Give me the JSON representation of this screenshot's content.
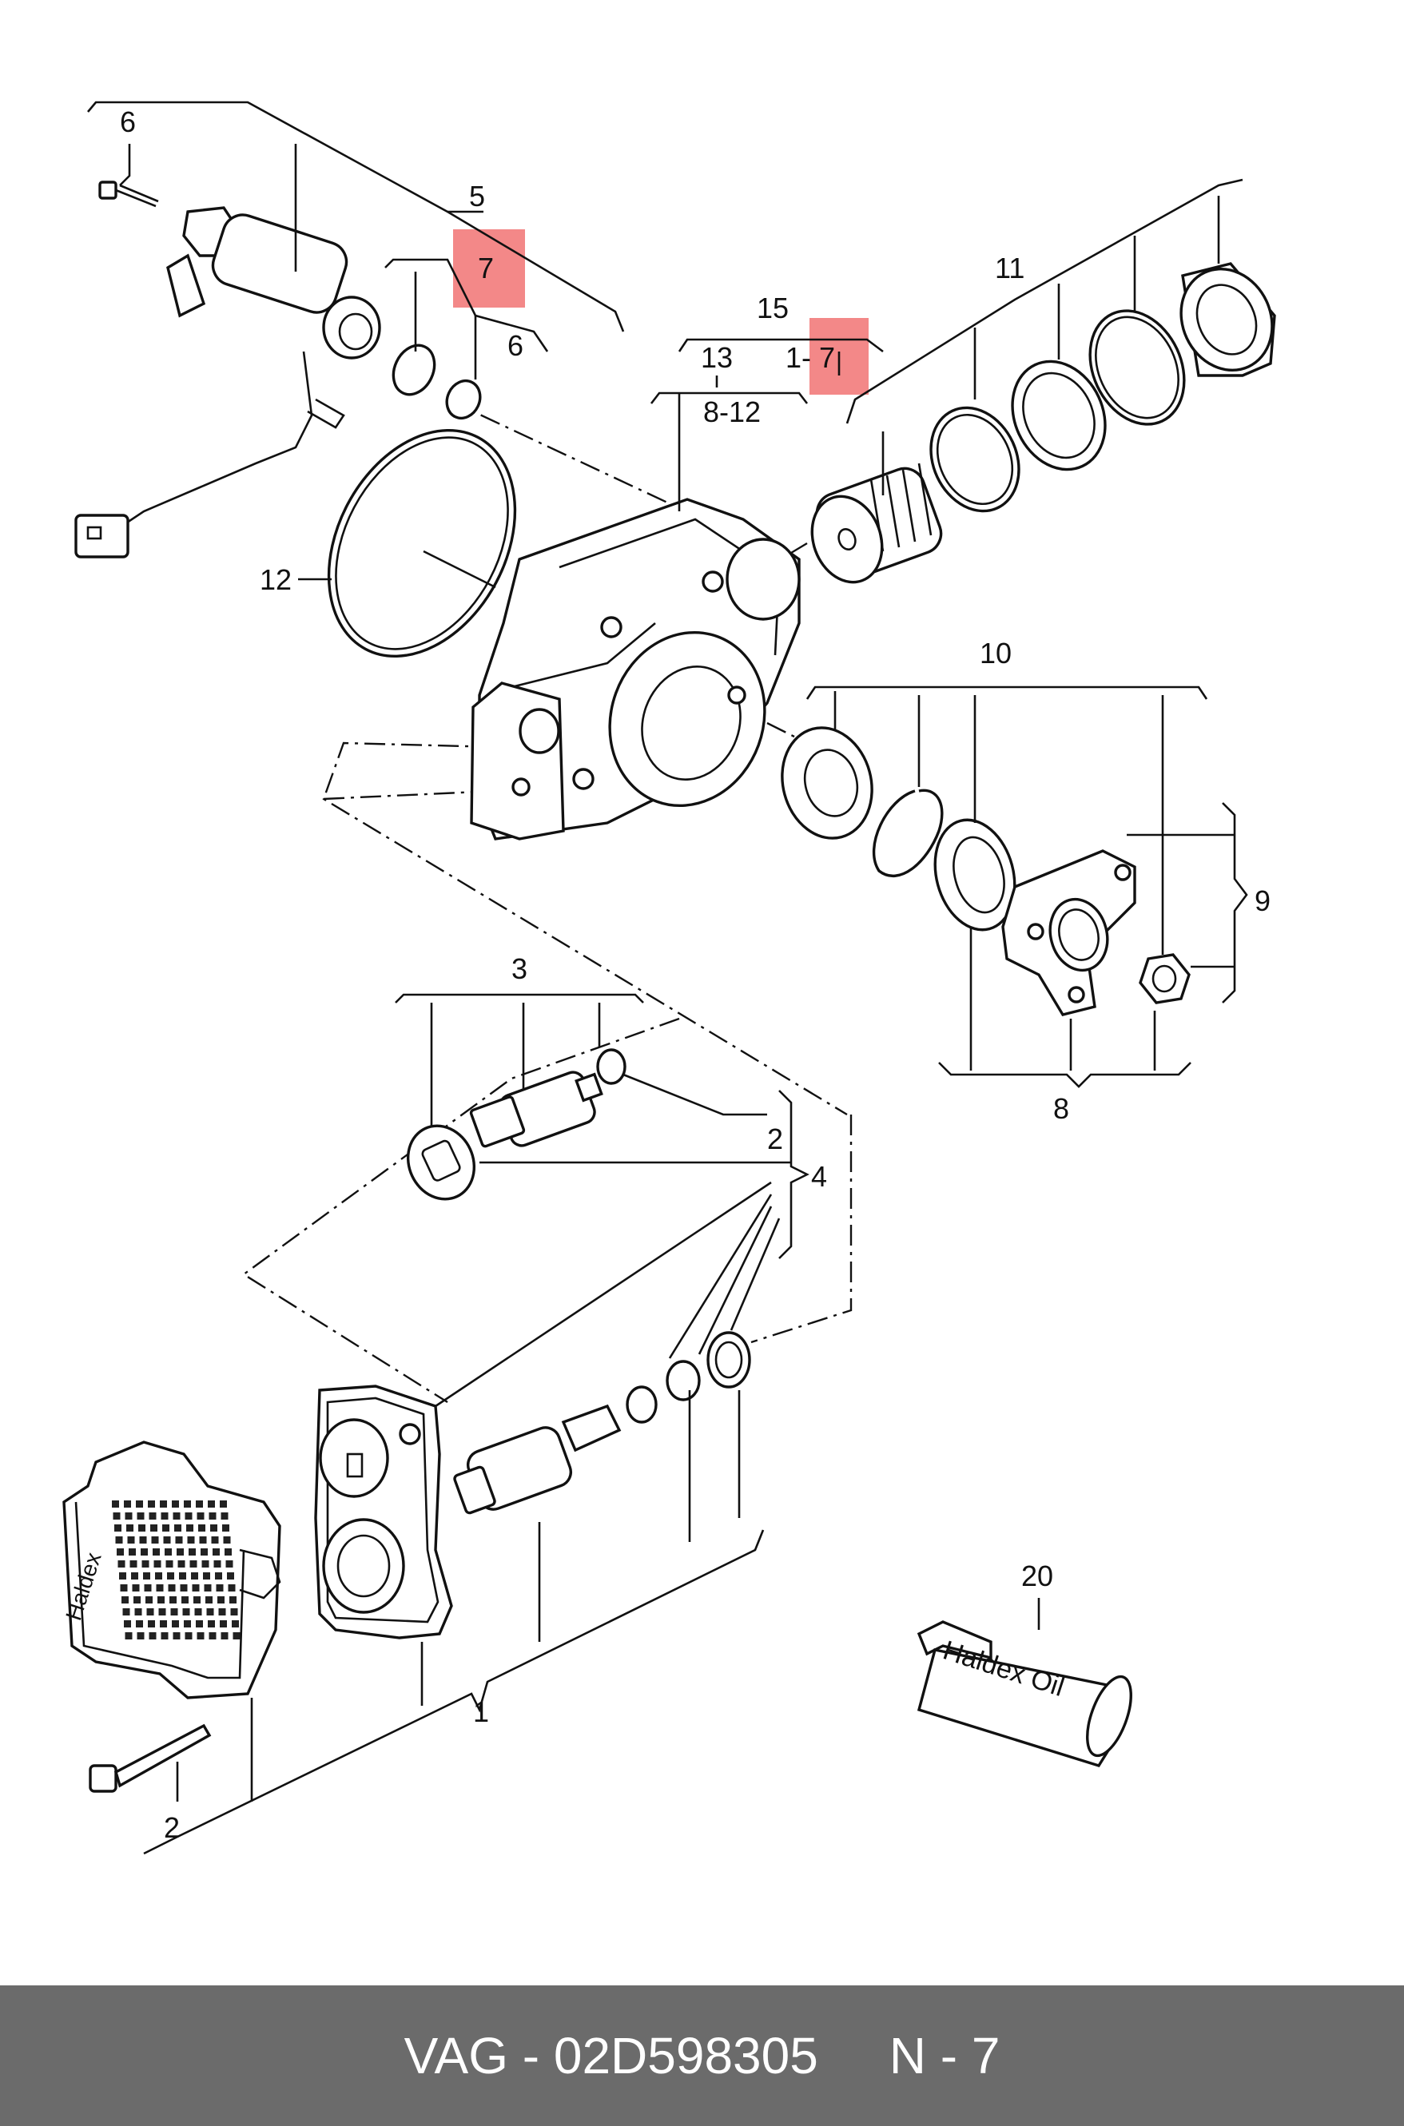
{
  "callouts": {
    "c6_top": "6",
    "c5": "5",
    "c7_highlight": "7",
    "c6_mid": "6",
    "c15": "15",
    "c13": "13",
    "c1_7": "1- 7",
    "c8_12": "8-12",
    "c11": "11",
    "c12": "12",
    "c10": "10",
    "c9": "9",
    "c8": "8",
    "c3": "3",
    "c2_upper": "2",
    "c4": "4",
    "c1": "1",
    "c2_lower": "2",
    "c20": "20"
  },
  "part_text": {
    "haldex_cover": "Haldex",
    "oil_bottle": "Haldex Oil"
  },
  "footer": {
    "brand": "VAG",
    "part_number": "02D598305",
    "position": "N - 7"
  },
  "colors": {
    "highlight": "#ee5a5a",
    "footer_bg": "#6b6b6b",
    "footer_text": "#ffffff"
  }
}
